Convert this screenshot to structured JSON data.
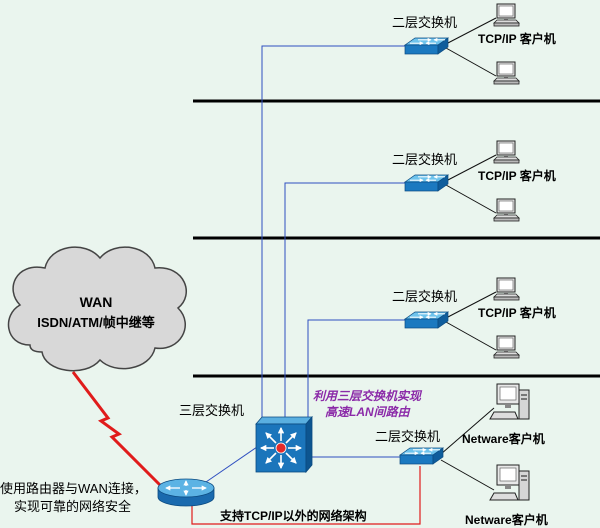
{
  "diagram": {
    "l2_switches": [
      {
        "label": "二层交换机"
      },
      {
        "label": "二层交换机"
      },
      {
        "label": "二层交换机"
      },
      {
        "label": "二层交换机"
      }
    ],
    "tcpip_clients": [
      {
        "label": "TCP/IP 客户机"
      },
      {
        "label": "TCP/IP 客户机"
      },
      {
        "label": "TCP/IP 客户机"
      }
    ],
    "l3_switch": {
      "label": "三层交换机"
    },
    "l3_annotation": {
      "line1": "利用三层交换机实现",
      "line2": "高速LAN间路由"
    },
    "wan_cloud": {
      "title": "WAN",
      "subtitle": "ISDN/ATM/帧中继等"
    },
    "router_note": {
      "line1": "使用路由器与WAN连接，",
      "line2": "实现可靠的网络安全"
    },
    "non_tcpip_link": {
      "label": "支持TCP/IP以外的网络架构"
    },
    "netware_clients": [
      {
        "label": "Netware客户机"
      },
      {
        "label": "Netware客户机"
      }
    ]
  },
  "icons": {
    "layer2_switch": "layer2-switch-icon",
    "layer3_switch": "layer3-switch-icon",
    "router": "router-icon",
    "pc": "computer-icon",
    "netware_pc": "tower-computer-icon",
    "wan": "cloud-icon",
    "serial_link": "lightning-link-icon"
  },
  "colors": {
    "background": "#eaf5ee",
    "link_blue": "#2f4fc0",
    "link_red": "#e01b1b",
    "note_purple": "#8b2aa8",
    "backbone": "#000000"
  }
}
